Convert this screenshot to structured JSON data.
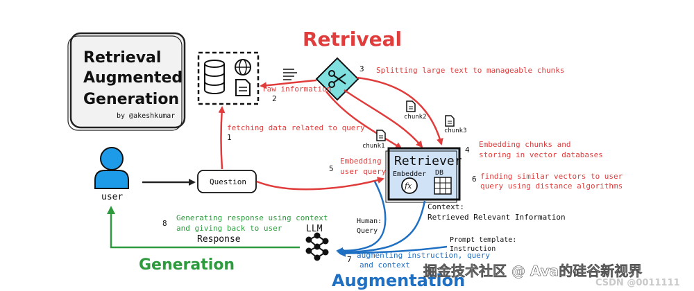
{
  "title_box": {
    "line1": "Retrieval",
    "line2": "Augmented",
    "line3": "Generation",
    "byline": "by @akeshkumar"
  },
  "stages": {
    "retrieval": "Retriveal",
    "augmentation": "Augmentation",
    "generation": "Generation"
  },
  "nodes": {
    "user": "user",
    "question": "Question",
    "llm": "LLM",
    "response": "Response",
    "retriever_title": "Retriever",
    "embedder": "Embedder",
    "db": "DB",
    "fx": "fx"
  },
  "chunks": [
    "chunk1",
    "chunk2",
    "chunk3"
  ],
  "steps": {
    "s1_num": "1",
    "s1_text": "fetching data related to query",
    "s2_num": "2",
    "s2_text": "raw information",
    "s3_num": "3",
    "s3_text": "Splitting large text to manageable chunks",
    "s4_num": "4",
    "s4_line1": "Embedding chunks and",
    "s4_line2": "storing in vector databases",
    "s5_num": "5",
    "s5_line1": "Embedding",
    "s5_line2": "user query",
    "s6_num": "6",
    "s6_line1": "finding similar vectors to user",
    "s6_line2": "query using distance algorithms",
    "s7_num": "7",
    "s7_line1": "augmenting instruction, query",
    "s7_line2": "and context",
    "s8_num": "8",
    "s8_line1": "Generating response using context",
    "s8_line2": "and giving back to user"
  },
  "labels": {
    "context_line1": "Context:",
    "context_line2": "Retrieved Relevant Information",
    "human_line1": "Human:",
    "human_line2": "Query",
    "prompt_line1": "Prompt template:",
    "prompt_line2": "Instruction"
  },
  "watermark": {
    "text": "掘金技术社区 @ Ava的硅谷新视界",
    "csdn": "CSDN @0011111"
  },
  "colors": {
    "red": "#e03c3c",
    "blue": "#1f6fc2",
    "green": "#2e9a3e",
    "retriever_bg": "#cfe2f6",
    "user_blue": "#1e9be8"
  }
}
